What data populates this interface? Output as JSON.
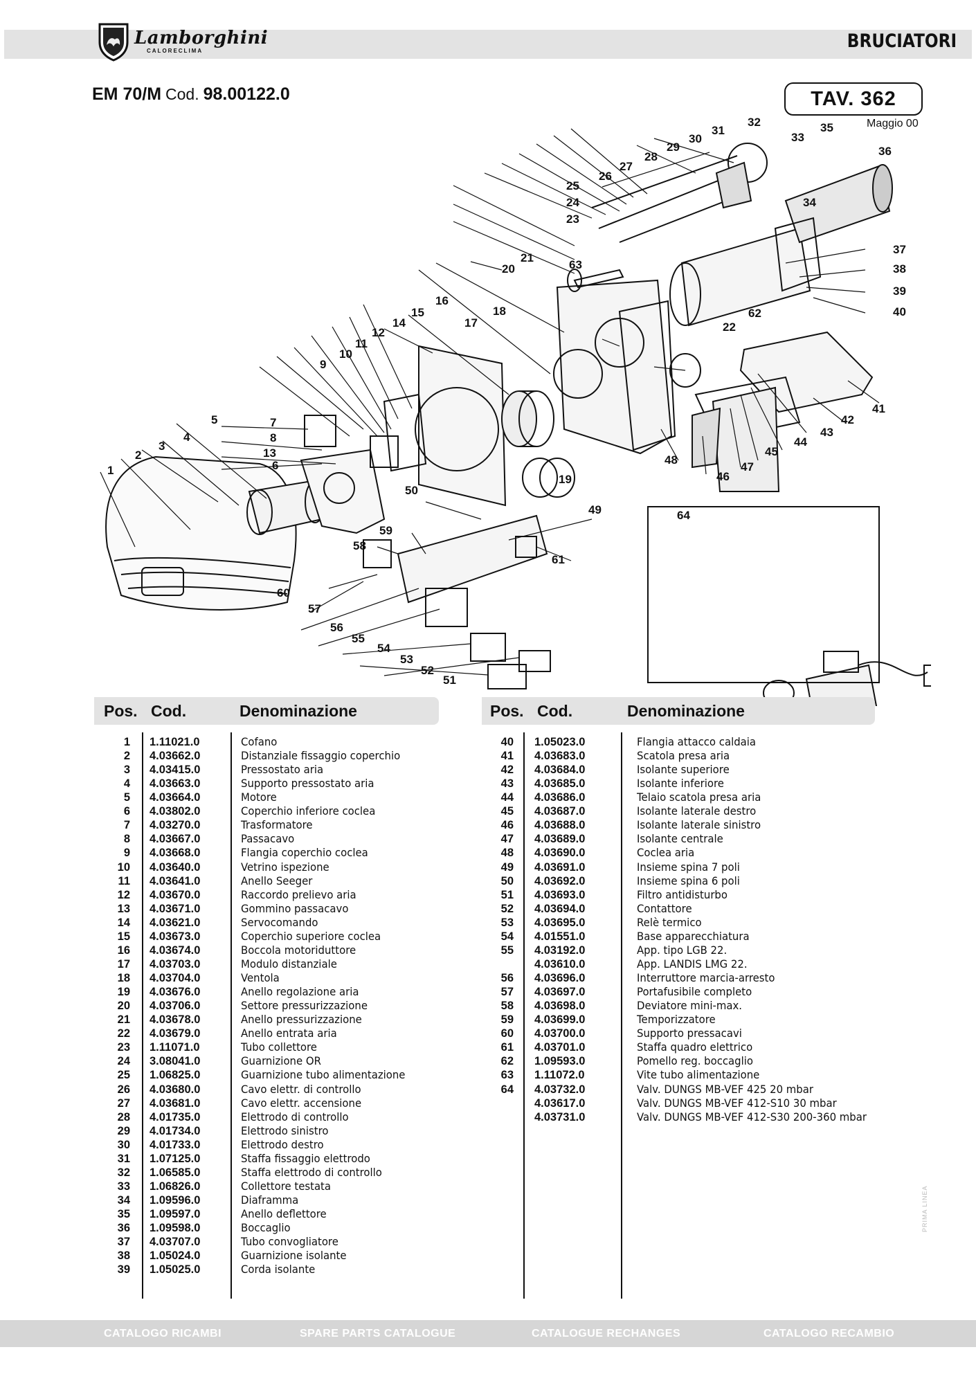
{
  "header": {
    "brand": "Lamborghini",
    "brand_sub": "CALORECLIMA",
    "section": "BRUCIATORI",
    "model": "EM 70/M",
    "cod_label": "Cod.",
    "cod_value": "98.00122.0",
    "table_ref": "TAV. 362",
    "date": "Maggio 00"
  },
  "diagram": {
    "labels": [
      "1",
      "2",
      "3",
      "4",
      "5",
      "6",
      "7",
      "8",
      "9",
      "10",
      "11",
      "12",
      "13",
      "14",
      "15",
      "16",
      "17",
      "18",
      "19",
      "20",
      "21",
      "22",
      "23",
      "24",
      "25",
      "26",
      "27",
      "28",
      "29",
      "30",
      "31",
      "32",
      "33",
      "34",
      "35",
      "36",
      "37",
      "38",
      "39",
      "40",
      "41",
      "42",
      "43",
      "44",
      "45",
      "46",
      "47",
      "48",
      "49",
      "50",
      "51",
      "52",
      "53",
      "54",
      "55",
      "56",
      "57",
      "58",
      "59",
      "60",
      "61",
      "62",
      "63",
      "64"
    ]
  },
  "table": {
    "headers": {
      "pos": "Pos.",
      "cod": "Cod.",
      "den": "Denominazione"
    },
    "left": [
      {
        "pos": "1",
        "cod": "1.11021.0",
        "den": "Cofano"
      },
      {
        "pos": "2",
        "cod": "4.03662.0",
        "den": "Distanziale fissaggio coperchio"
      },
      {
        "pos": "3",
        "cod": "4.03415.0",
        "den": "Pressostato aria"
      },
      {
        "pos": "4",
        "cod": "4.03663.0",
        "den": "Supporto pressostato aria"
      },
      {
        "pos": "5",
        "cod": "4.03664.0",
        "den": "Motore"
      },
      {
        "pos": "6",
        "cod": "4.03802.0",
        "den": "Coperchio inferiore coclea"
      },
      {
        "pos": "7",
        "cod": "4.03270.0",
        "den": "Trasformatore"
      },
      {
        "pos": "8",
        "cod": "4.03667.0",
        "den": "Passacavo"
      },
      {
        "pos": "9",
        "cod": "4.03668.0",
        "den": "Flangia coperchio coclea"
      },
      {
        "pos": "10",
        "cod": "4.03640.0",
        "den": "Vetrino ispezione"
      },
      {
        "pos": "11",
        "cod": "4.03641.0",
        "den": "Anello Seeger"
      },
      {
        "pos": "12",
        "cod": "4.03670.0",
        "den": "Raccordo prelievo aria"
      },
      {
        "pos": "13",
        "cod": "4.03671.0",
        "den": "Gommino passacavo"
      },
      {
        "pos": "14",
        "cod": "4.03621.0",
        "den": "Servocomando"
      },
      {
        "pos": "15",
        "cod": "4.03673.0",
        "den": "Coperchio superiore coclea"
      },
      {
        "pos": "16",
        "cod": "4.03674.0",
        "den": "Boccola motoriduttore"
      },
      {
        "pos": "17",
        "cod": "4.03703.0",
        "den": "Modulo distanziale"
      },
      {
        "pos": "18",
        "cod": "4.03704.0",
        "den": "Ventola"
      },
      {
        "pos": "19",
        "cod": "4.03676.0",
        "den": "Anello regolazione aria"
      },
      {
        "pos": "20",
        "cod": "4.03706.0",
        "den": "Settore pressurizzazione"
      },
      {
        "pos": "21",
        "cod": "4.03678.0",
        "den": "Anello pressurizzazione"
      },
      {
        "pos": "22",
        "cod": "4.03679.0",
        "den": "Anello entrata aria"
      },
      {
        "pos": "23",
        "cod": "1.11071.0",
        "den": "Tubo collettore"
      },
      {
        "pos": "24",
        "cod": "3.08041.0",
        "den": "Guarnizione OR"
      },
      {
        "pos": "25",
        "cod": "1.06825.0",
        "den": "Guarnizione tubo alimentazione"
      },
      {
        "pos": "26",
        "cod": "4.03680.0",
        "den": "Cavo elettr. di controllo"
      },
      {
        "pos": "27",
        "cod": "4.03681.0",
        "den": "Cavo elettr. accensione"
      },
      {
        "pos": "28",
        "cod": "4.01735.0",
        "den": "Elettrodo di controllo"
      },
      {
        "pos": "29",
        "cod": "4.01734.0",
        "den": "Elettrodo sinistro"
      },
      {
        "pos": "30",
        "cod": "4.01733.0",
        "den": "Elettrodo destro"
      },
      {
        "pos": "31",
        "cod": "1.07125.0",
        "den": "Staffa fissaggio elettrodo"
      },
      {
        "pos": "32",
        "cod": "1.06585.0",
        "den": "Staffa elettrodo di controllo"
      },
      {
        "pos": "33",
        "cod": "1.06826.0",
        "den": "Collettore testata"
      },
      {
        "pos": "34",
        "cod": "1.09596.0",
        "den": "Diaframma"
      },
      {
        "pos": "35",
        "cod": "1.09597.0",
        "den": "Anello deflettore"
      },
      {
        "pos": "36",
        "cod": "1.09598.0",
        "den": "Boccaglio"
      },
      {
        "pos": "37",
        "cod": "4.03707.0",
        "den": "Tubo convogliatore"
      },
      {
        "pos": "38",
        "cod": "1.05024.0",
        "den": "Guarnizione isolante"
      },
      {
        "pos": "39",
        "cod": "1.05025.0",
        "den": "Corda isolante"
      }
    ],
    "right": [
      {
        "pos": "40",
        "cod": "1.05023.0",
        "den": "Flangia attacco caldaia"
      },
      {
        "pos": "41",
        "cod": "4.03683.0",
        "den": "Scatola presa aria"
      },
      {
        "pos": "42",
        "cod": "4.03684.0",
        "den": "Isolante superiore"
      },
      {
        "pos": "43",
        "cod": "4.03685.0",
        "den": "Isolante inferiore"
      },
      {
        "pos": "44",
        "cod": "4.03686.0",
        "den": "Telaio scatola presa aria"
      },
      {
        "pos": "45",
        "cod": "4.03687.0",
        "den": "Isolante laterale destro"
      },
      {
        "pos": "46",
        "cod": "4.03688.0",
        "den": "Isolante laterale sinistro"
      },
      {
        "pos": "47",
        "cod": "4.03689.0",
        "den": "Isolante centrale"
      },
      {
        "pos": "48",
        "cod": "4.03690.0",
        "den": "Coclea aria"
      },
      {
        "pos": "49",
        "cod": "4.03691.0",
        "den": "Insieme spina 7 poli"
      },
      {
        "pos": "50",
        "cod": "4.03692.0",
        "den": "Insieme spina 6 poli"
      },
      {
        "pos": "51",
        "cod": "4.03693.0",
        "den": "Filtro antidisturbo"
      },
      {
        "pos": "52",
        "cod": "4.03694.0",
        "den": "Contattore"
      },
      {
        "pos": "53",
        "cod": "4.03695.0",
        "den": "Relè termico"
      },
      {
        "pos": "54",
        "cod": "4.01551.0",
        "den": "Base apparecchiatura"
      },
      {
        "pos": "55",
        "cod": "4.03192.0",
        "den": "App. tipo LGB 22."
      },
      {
        "pos": "",
        "cod": "4.03610.0",
        "den": "App. LANDIS LMG 22."
      },
      {
        "pos": "56",
        "cod": "4.03696.0",
        "den": "Interruttore marcia-arresto"
      },
      {
        "pos": "57",
        "cod": "4.03697.0",
        "den": "Portafusibile completo"
      },
      {
        "pos": "58",
        "cod": "4.03698.0",
        "den": "Deviatore mini-max."
      },
      {
        "pos": "59",
        "cod": "4.03699.0",
        "den": "Temporizzatore"
      },
      {
        "pos": "60",
        "cod": "4.03700.0",
        "den": "Supporto pressacavi"
      },
      {
        "pos": "61",
        "cod": "4.03701.0",
        "den": "Staffa quadro elettrico"
      },
      {
        "pos": "62",
        "cod": "1.09593.0",
        "den": "Pomello reg. boccaglio"
      },
      {
        "pos": "63",
        "cod": "1.11072.0",
        "den": "Vite tubo alimentazione"
      },
      {
        "pos": "64",
        "cod": "4.03732.0",
        "den": "Valv. DUNGS MB-VEF 425 20 mbar"
      },
      {
        "pos": "",
        "cod": "4.03617.0",
        "den": "Valv. DUNGS MB-VEF 412-S10 30 mbar"
      },
      {
        "pos": "",
        "cod": "4.03731.0",
        "den": "Valv. DUNGS MB-VEF 412-S30 200-360 mbar"
      }
    ]
  },
  "footer": {
    "items": [
      "CATALOGO RICAMBI",
      "SPARE PARTS CATALOGUE",
      "CATALOGUE RECHANGES",
      "CATALOGO RECAMBIO"
    ]
  },
  "side_mark": "PRIMA LINEA"
}
